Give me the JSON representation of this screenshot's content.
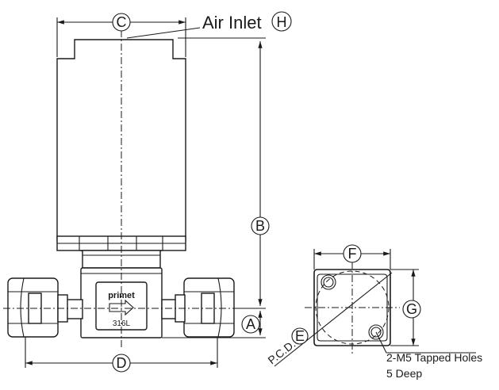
{
  "dimension_labels": {
    "a": "A",
    "b": "B",
    "c": "C",
    "d": "D",
    "e": "E",
    "f": "F",
    "g": "G",
    "h": "H"
  },
  "air_inlet_text": "Air Inlet",
  "pcd_prefix": "P.C.D.",
  "brand_logo": "primet",
  "material_text": "316L",
  "tapped_holes_note": {
    "line1": "2-M5 Tapped Holes",
    "line2": "5 Deep"
  }
}
